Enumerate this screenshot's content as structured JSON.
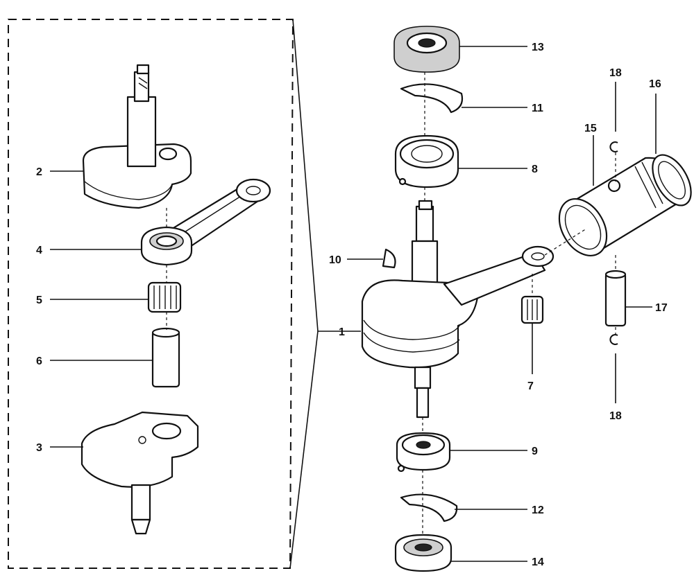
{
  "callouts": {
    "c1": "1",
    "c2": "2",
    "c3": "3",
    "c4": "4",
    "c5": "5",
    "c6": "6",
    "c7": "7",
    "c8": "8",
    "c9": "9",
    "c10": "10",
    "c11": "11",
    "c12": "12",
    "c13": "13",
    "c14": "14",
    "c15": "15",
    "c16": "16",
    "c17": "17",
    "c18_top": "18",
    "c18_bottom": "18"
  }
}
